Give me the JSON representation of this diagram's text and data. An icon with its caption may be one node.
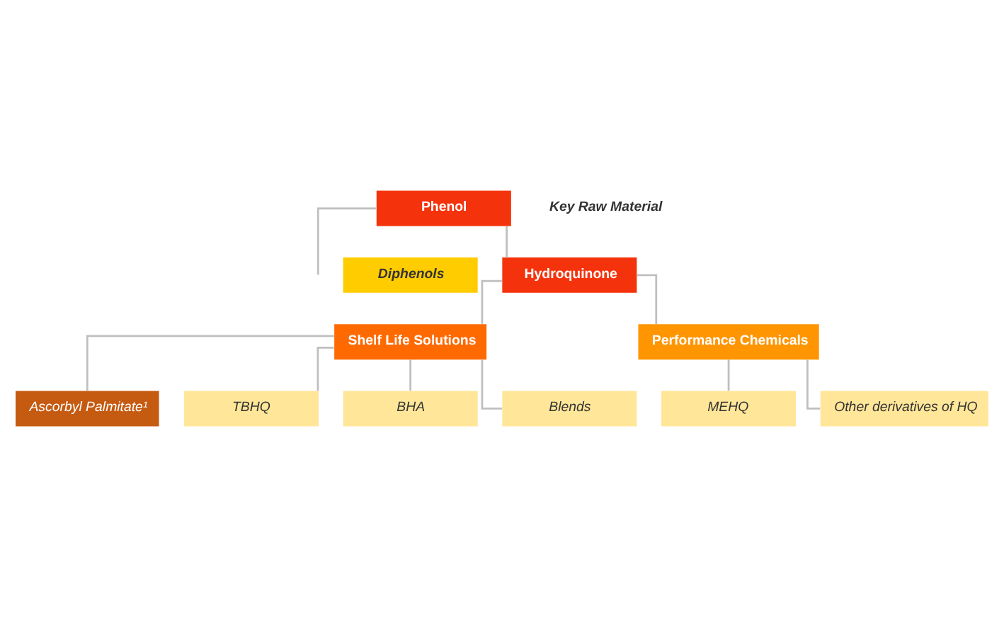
{
  "diagram": {
    "nodes": [
      {
        "text": [
          "Phenol"
        ]
      },
      {
        "text": [
          "Diphenols"
        ]
      },
      {
        "text": [
          "Hydroquinone"
        ]
      },
      {
        "text": [
          "Shelf Life Solutions"
        ]
      },
      {
        "text": [
          "Performance Chemicals"
        ]
      },
      {
        "text": [
          "Ascorbyl Palmitate¹"
        ]
      },
      {
        "text": [
          "TBHQ"
        ]
      },
      {
        "text": [
          "MEHQ"
        ]
      },
      {
        "text": [
          "BHA"
        ]
      },
      {
        "text": [
          "Other derivatives of HQ"
        ]
      },
      {
        "text": [
          "Blends"
        ]
      }
    ],
    "edges": [
      {
        "from": 0,
        "to": 2,
        "arrow": "none"
      },
      {
        "from": 0,
        "to": null,
        "arrow": "none"
      },
      {
        "from": 2,
        "to": 3,
        "arrow": "none"
      },
      {
        "from": 2,
        "to": 4,
        "arrow": "none"
      },
      {
        "from": 3,
        "to": 5,
        "arrow": "none"
      },
      {
        "from": 3,
        "to": 6,
        "arrow": "none"
      },
      {
        "from": 3,
        "to": 8,
        "arrow": "none"
      },
      {
        "from": 3,
        "to": 10,
        "arrow": "none"
      },
      {
        "from": 4,
        "to": 7,
        "arrow": "none"
      },
      {
        "from": 4,
        "to": 9,
        "arrow": "none"
      }
    ],
    "labels": [
      "Key Raw Material"
    ]
  }
}
